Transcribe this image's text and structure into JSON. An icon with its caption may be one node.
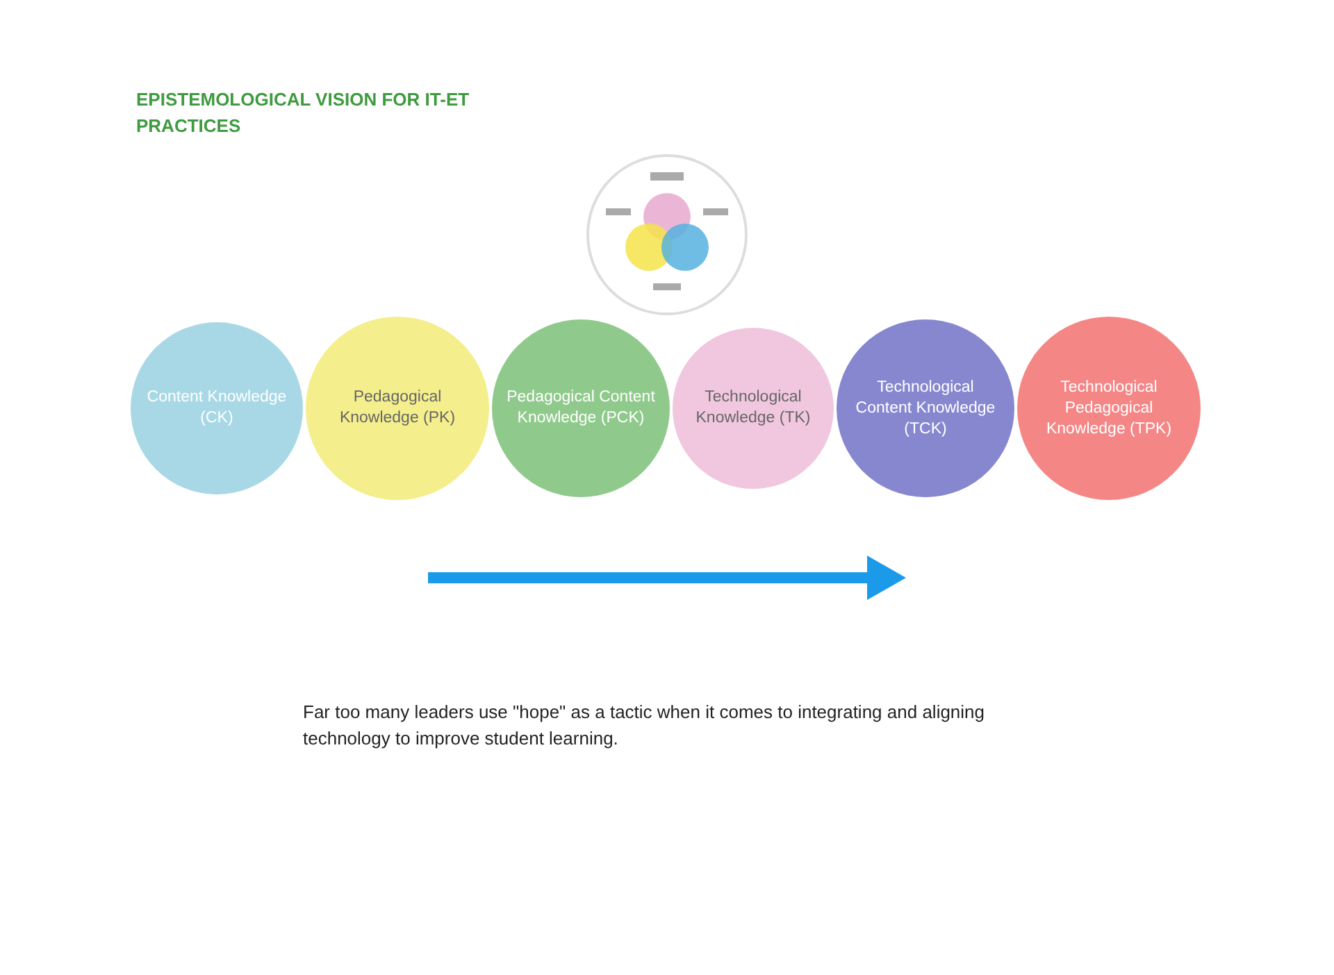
{
  "diagram": {
    "title": "EPISTEMOLOGICAL VISION FOR IT-ET PRACTICES",
    "nodes": [
      {
        "text": [
          "Content Knowledge (CK)"
        ]
      },
      {
        "text": [
          "Pedagogical Knowledge (PK)"
        ]
      },
      {
        "text": [
          "Pedagogical Content Knowledge (PCK)"
        ]
      },
      {
        "text": [
          "Technological Knowledge (TK)"
        ]
      },
      {
        "text": [
          "Technological Content Knowledge (TCK)"
        ]
      },
      {
        "text": [
          "Technological Pedagogical Knowledge (TPK)"
        ]
      }
    ],
    "labels": [
      "Far too many leaders use \"hope\" as a tactic when it comes to integrating and aligning technology to improve student learning."
    ]
  }
}
